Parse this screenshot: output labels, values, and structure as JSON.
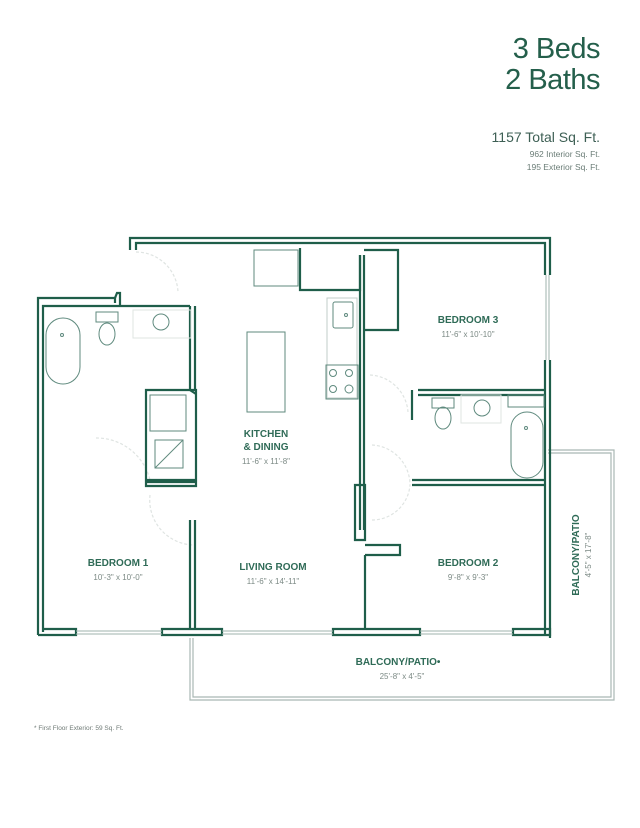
{
  "summary": {
    "beds": "3 Beds",
    "baths": "2 Baths",
    "total_sqft": "1157 Total Sq. Ft.",
    "interior_sqft": "962 Interior Sq. Ft.",
    "exterior_sqft": "195 Exterior Sq. Ft."
  },
  "rooms": [
    {
      "id": "bedroom-1",
      "name": "BEDROOM 1",
      "dim": "10'-3\" x 10'-0\""
    },
    {
      "id": "living-room",
      "name": "LIVING ROOM",
      "dim": "11'-6\" x 14'-11\""
    },
    {
      "id": "kitchen-dining",
      "name_line1": "KITCHEN",
      "name_line2": "& DINING",
      "dim": "11'-6\" x 11'-8\""
    },
    {
      "id": "bedroom-3",
      "name": "BEDROOM 3",
      "dim": "11'-6\" x 10'-10\""
    },
    {
      "id": "bedroom-2",
      "name": "BEDROOM 2",
      "dim": "9'-8\" x 9'-3\""
    },
    {
      "id": "balcony-side",
      "name": "BALCONY/PATIO",
      "dim": "4'-5\" x 17'-8\""
    },
    {
      "id": "balcony-front",
      "name": "BALCONY/PATIO",
      "marker": "•",
      "dim": "25'-8\" x 4'-5\""
    }
  ],
  "footnote": "* First Floor Exterior: 59 Sq. Ft.",
  "colors": {
    "wall": "#1f5e4a",
    "fixture": "#7a9a90",
    "door_swing": "#d9dfdd",
    "balcony": "#a9b8b3",
    "text_primary": "#245f4b",
    "text_secondary": "#7c8a85"
  }
}
